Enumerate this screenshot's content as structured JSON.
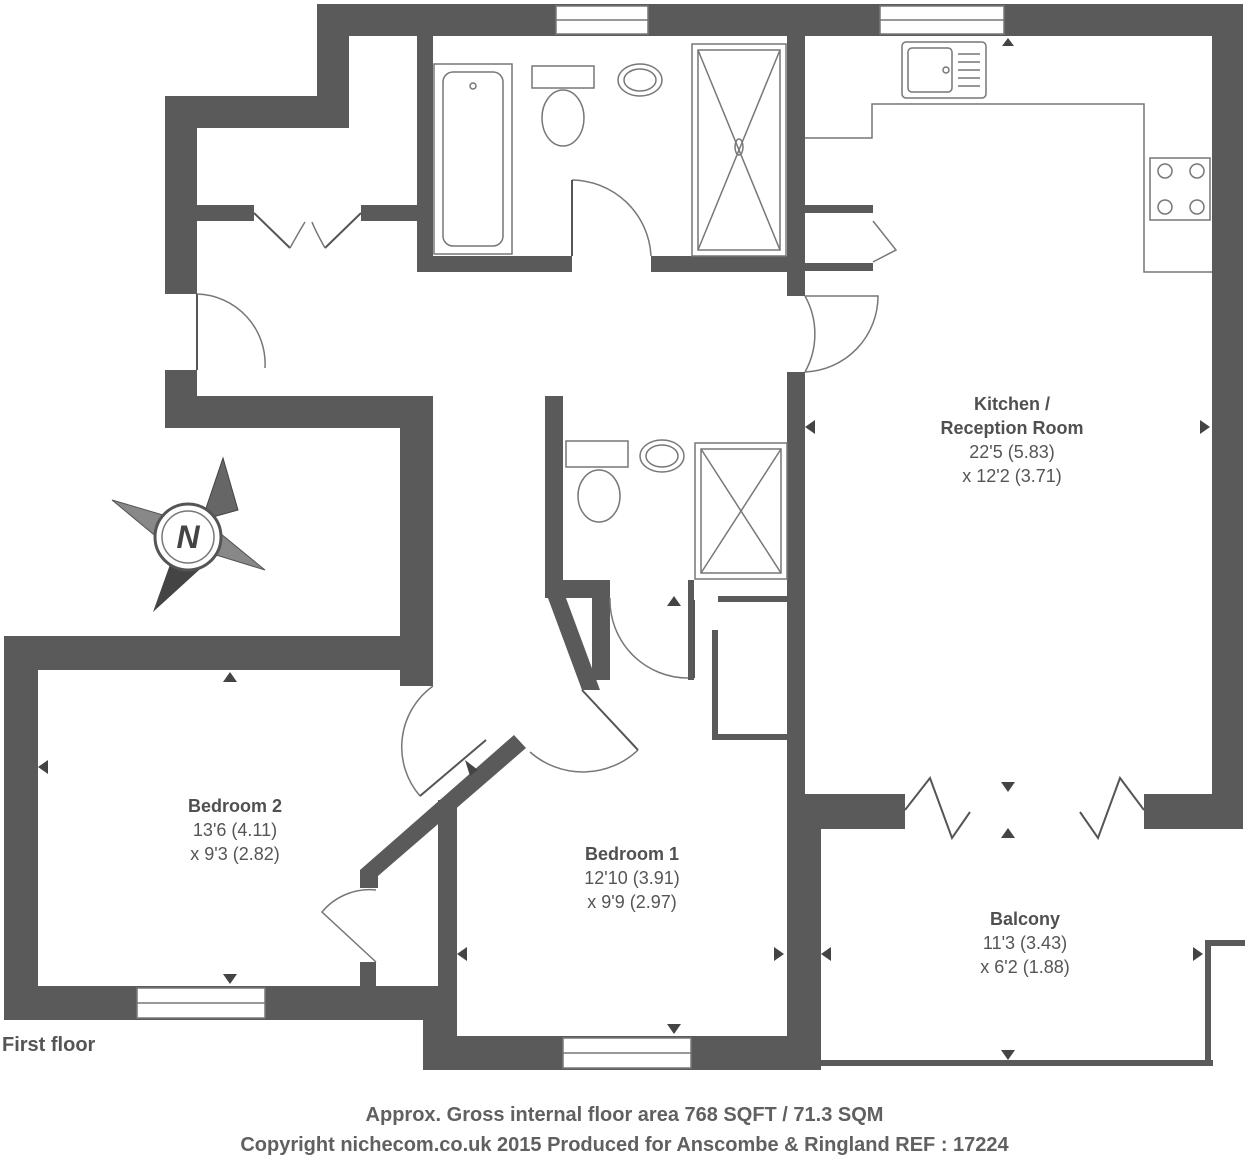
{
  "rooms": {
    "kitchen": {
      "name_line1": "Kitchen /",
      "name_line2": "Reception Room",
      "dim1": "22'5 (5.83)",
      "dim2": "x 12'2 (3.71)"
    },
    "bedroom2": {
      "name": "Bedroom 2",
      "dim1": "13'6 (4.11)",
      "dim2": "x 9'3 (2.82)"
    },
    "bedroom1": {
      "name": "Bedroom 1",
      "dim1": "12'10 (3.91)",
      "dim2": "x 9'9 (2.97)"
    },
    "balcony": {
      "name": "Balcony",
      "dim1": "11'3 (3.43)",
      "dim2": "x 6'2 (1.88)"
    }
  },
  "floor_label": "First floor",
  "compass_letter": "N",
  "footer": {
    "line1": "Approx. Gross internal floor area 768 SQFT / 71.3 SQM",
    "line2": "Copyright nichecom.co.uk 2015 Produced for Anscombe & Ringland REF : 17224"
  },
  "colors": {
    "wall": "#5a5a5a",
    "text": "#505050"
  }
}
